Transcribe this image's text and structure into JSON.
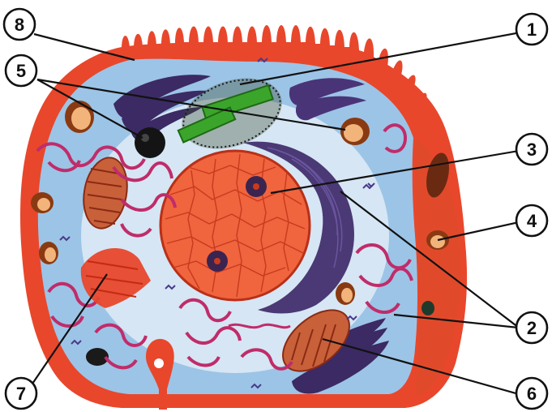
{
  "callouts": [
    {
      "id": "c1",
      "number": "1"
    },
    {
      "id": "c2",
      "number": "2"
    },
    {
      "id": "c3",
      "number": "3"
    },
    {
      "id": "c4",
      "number": "4"
    },
    {
      "id": "c5",
      "number": "5"
    },
    {
      "id": "c6",
      "number": "6"
    },
    {
      "id": "c7",
      "number": "7"
    },
    {
      "id": "c8",
      "number": "8"
    }
  ],
  "colors": {
    "membrane": "#e8472c",
    "cytoplasm": "#9cc4e6",
    "cytoplasm_light": "#e9f1f8",
    "nucleus": "#f0643e",
    "nucleus_grid": "#c93a1e",
    "endoplasmic_reticulum": "#c02c6a",
    "golgi": "#3b2a63",
    "centriole": "#3aa52a",
    "mitochondrion": "#c8603a",
    "vacuole": "#8a3a12",
    "callout_ring": "#111111"
  }
}
